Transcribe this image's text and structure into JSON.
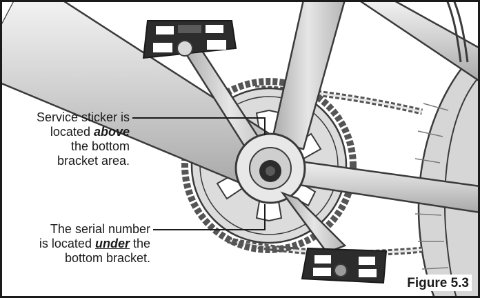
{
  "callouts": {
    "sticker": {
      "line1": "Service sticker is",
      "line2_pre": "located ",
      "line2_emph": "above",
      "line3": "the bottom",
      "line4": "bracket area."
    },
    "serial": {
      "line1": "The serial number",
      "line2_pre": "is located ",
      "line2_emph": "under",
      "line2_post": " the",
      "line3": "bottom bracket."
    }
  },
  "figure_label": "Figure 5.3",
  "colors": {
    "frame_fill": "#d8d8d8",
    "frame_stroke": "#3a3a3a",
    "pedal_dark": "#2c2c2c",
    "chain": "#555555"
  }
}
